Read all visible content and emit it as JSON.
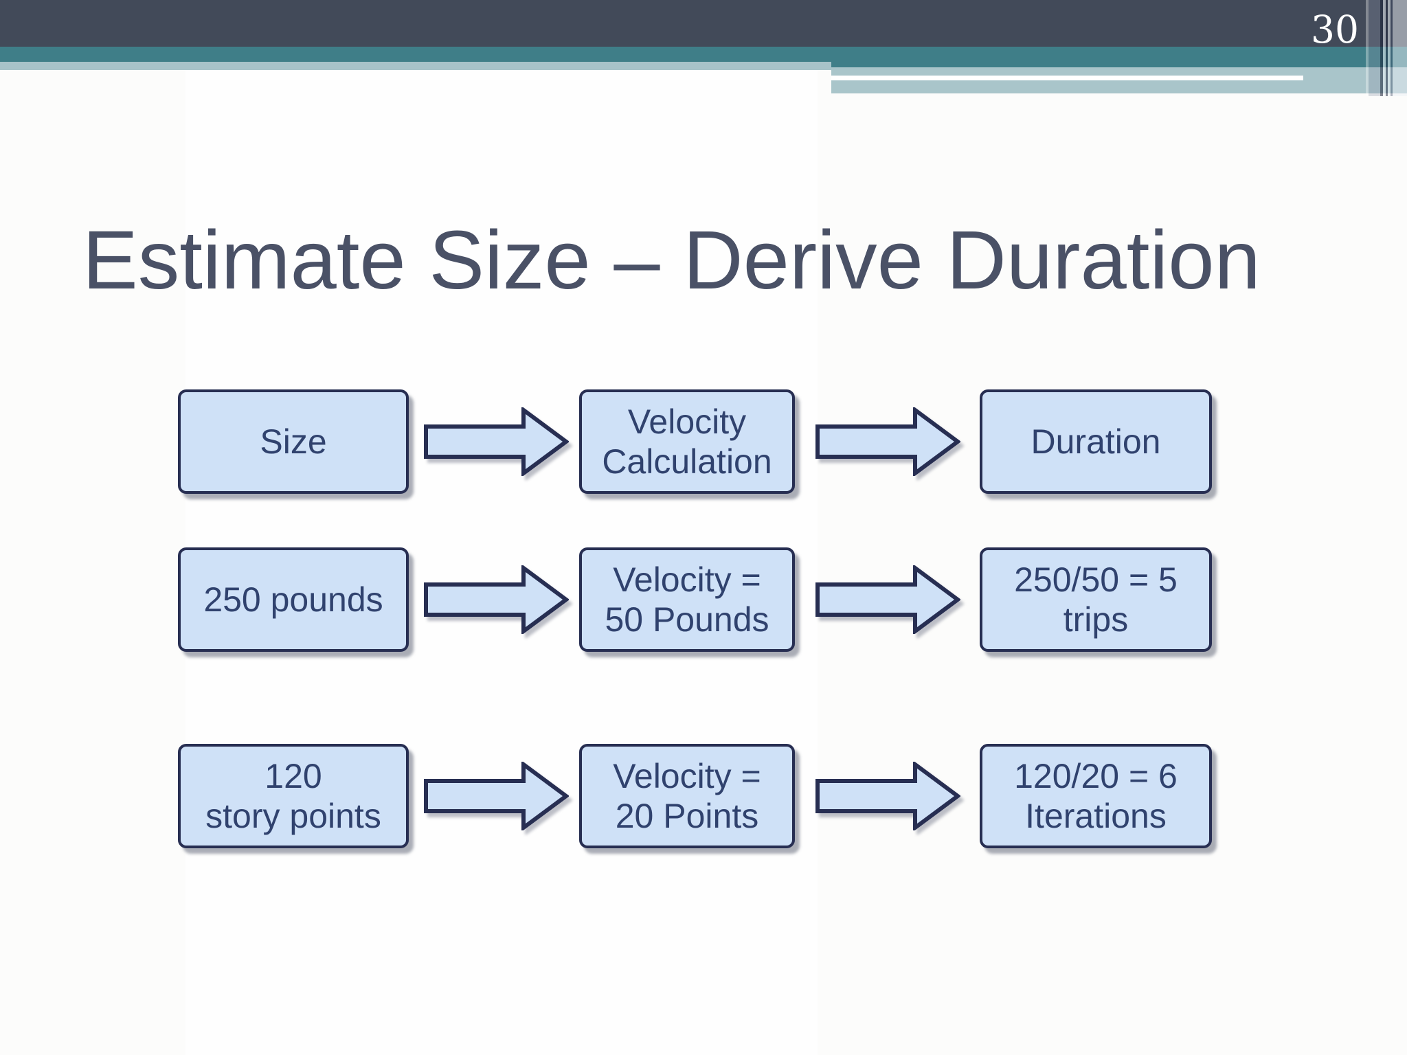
{
  "slide": {
    "page_number": "30",
    "title": "Estimate Size – Derive Duration"
  },
  "diagram": {
    "rows": [
      {
        "boxes": [
          {
            "line1": "Size"
          },
          {
            "line1": "Velocity",
            "line2": "Calculation"
          },
          {
            "line1": "Duration"
          }
        ]
      },
      {
        "boxes": [
          {
            "line1": "250 pounds"
          },
          {
            "line1": "Velocity =",
            "line2": "50 Pounds"
          },
          {
            "line1": "250/50 = 5",
            "line2": "trips"
          }
        ]
      },
      {
        "boxes": [
          {
            "line1": "120",
            "line2": "story points"
          },
          {
            "line1": "Velocity =",
            "line2": "20 Points"
          },
          {
            "line1": "120/20 = 6",
            "line2": "Iterations"
          }
        ]
      }
    ]
  },
  "colors": {
    "header_bar": "#424A59",
    "accent_teal": "#3F7E88",
    "accent_light_band": "#A7C3C9",
    "box_fill": "#CFE1F7",
    "box_border": "#272E52",
    "box_text": "#30426E",
    "title_text": "#4A5166",
    "page_number_text": "#FFFFFF"
  }
}
